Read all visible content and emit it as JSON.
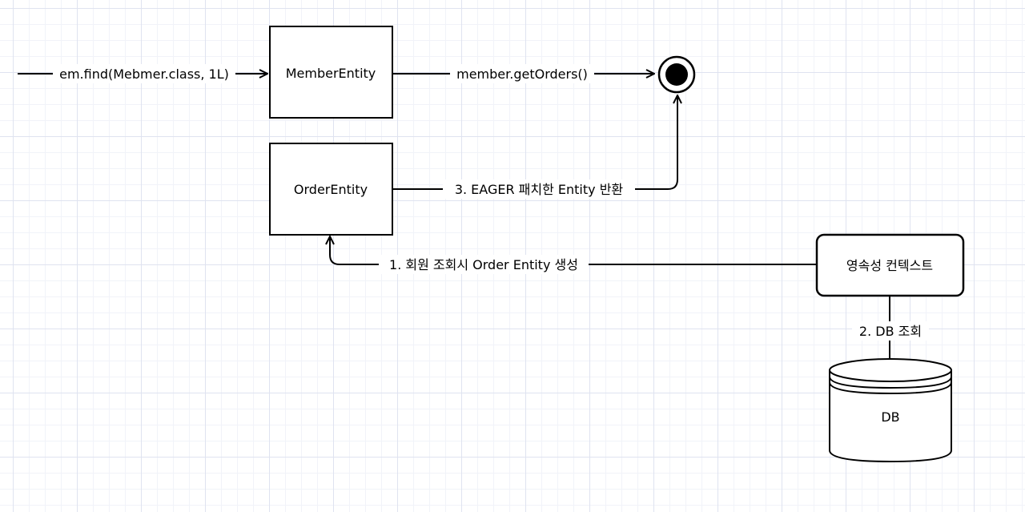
{
  "diagram": {
    "nodes": {
      "member_entity": "MemberEntity",
      "order_entity": "OrderEntity",
      "persistence_context": "영속성 컨텍스트",
      "db": "DB"
    },
    "edges": {
      "find_call": "em.find(Mebmer.class, 1L)",
      "get_orders": "member.getOrders()",
      "eager_return": "3. EAGER 패치한 Entity 반환",
      "create_order": "1. 회원 조회시 Order Entity 생성",
      "db_query": "2. DB 조회"
    },
    "colors": {
      "stroke": "#000000",
      "background": "#ffffff",
      "grid": "#dfe3f0"
    }
  }
}
